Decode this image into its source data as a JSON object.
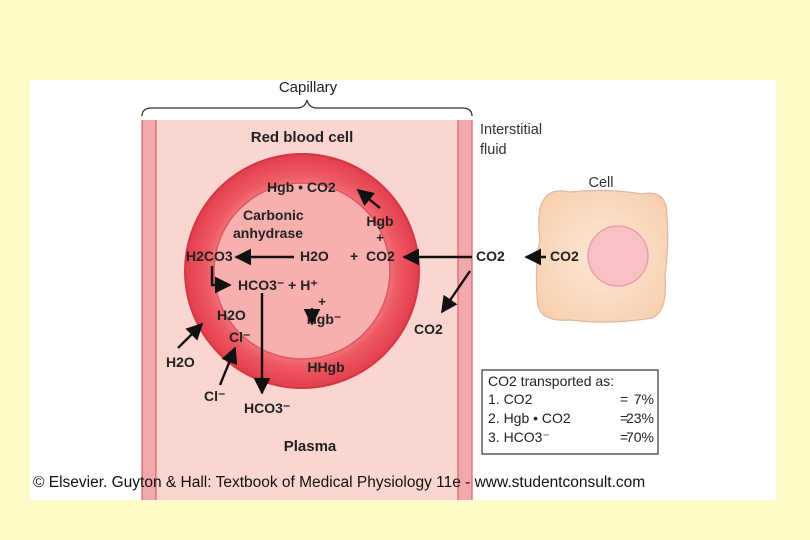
{
  "diagram": {
    "capillary_label": "Capillary",
    "red_blood_cell_label": "Red blood cell",
    "interstitial_fluid_label": [
      "Interstitial",
      "fluid"
    ],
    "cell_label": "Cell",
    "plasma_label": "Plasma",
    "enzyme_label": [
      "Carbonic",
      "anhydrase"
    ],
    "species": {
      "hgb_co2": "Hgb • CO2",
      "hgb_top": "Hgb",
      "h2co3": "H2CO3",
      "h2o_rbc": "H2O",
      "plus": "+",
      "co2_rbc": "CO2",
      "hco3_rbc": "HCO3⁻ + H⁺",
      "hgb_minus": "Hgb⁻",
      "hhgb": "HHgb",
      "h2o_membrane": "H2O",
      "cl_membrane": "Cl⁻",
      "h2o_plasma": "H2O",
      "cl_plasma": "Cl⁻",
      "hco3_plasma": "HCO3⁻",
      "co2_interstitial": "CO2",
      "co2_plasma": "CO2",
      "co2_cell": "CO2"
    },
    "transport_box": {
      "title": "CO2 transported as:",
      "rows": [
        {
          "label": "1. CO2",
          "value": "7%"
        },
        {
          "label": "2. Hgb • CO2",
          "value": "23%"
        },
        {
          "label": "3. HCO3⁻",
          "value": "70%"
        }
      ]
    }
  },
  "copyright": "© Elsevier. Guyton & Hall: Textbook of Medical Physiology 11e - www.studentconsult.com",
  "colors": {
    "background": "#fffbc8",
    "capillary_wall": "#f4b2b2",
    "capillary_fill": "#fbd6d0",
    "rbc_rim": "#e84a56",
    "rbc_inner": "#f7a9a9",
    "cell_fill": "#fbe0c8",
    "nucleus_fill": "#f9c3c6"
  }
}
